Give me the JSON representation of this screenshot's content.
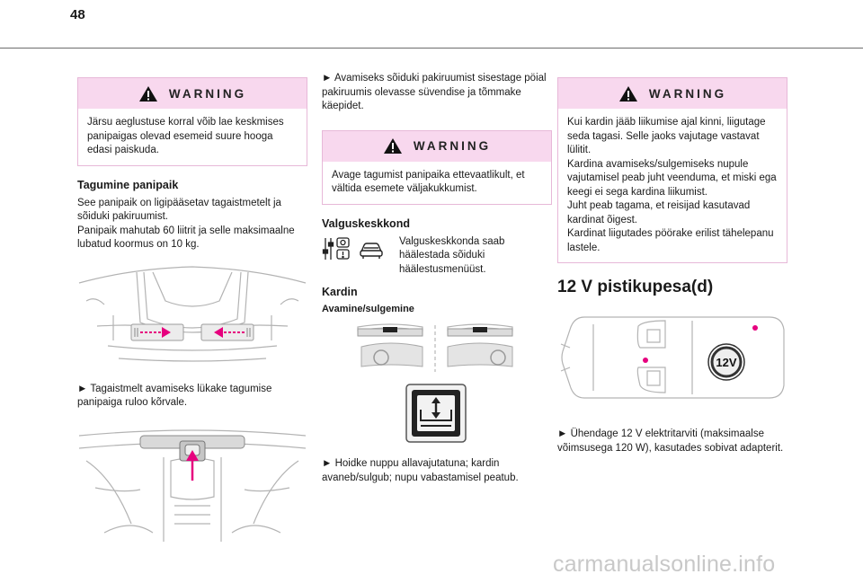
{
  "page": {
    "number": "48"
  },
  "col1": {
    "warning": {
      "title": "WARNING",
      "text": "Järsu aeglustuse korral võib lae keskmises panipaigas olevad esemeid suure hooga edasi paiskuda."
    },
    "heading": "Tagumine panipaik",
    "para": "See panipaik on ligipääsetav tagaistmetelt ja sõiduki pakiruumist.\nPanipaik mahutab 60 liitrit ja selle maksimaalne lubatud koormus on 10 kg.",
    "step": "► Tagaistmelt avamiseks lükake tagumise panipaiga ruloo kõrvale."
  },
  "col2": {
    "step1": "► Avamiseks sõiduki pakiruumist sisestage pöial pakiruumis olevasse süvendise ja tõmmake käepidet.",
    "warning": {
      "title": "WARNING",
      "text": "Avage tagumist panipaika ettevaatlikult, et vältida esemete väljakukkumist."
    },
    "heading": "Valguskeskkond",
    "icon_text": "Valguskeskkonda saab häälestada sõiduki häälestusmenüüst.",
    "heading2": "Kardin",
    "subheading": "Avamine/sulgemine",
    "step2": "► Hoidke nuppu allavajutatuna; kardin avaneb/sulgub; nupu vabastamisel peatub."
  },
  "col3": {
    "warning": {
      "title": "WARNING",
      "text": "Kui kardin jääb liikumise ajal kinni, liigutage seda tagasi. Selle jaoks vajutage vastavat lülitit.\nKardina avamiseks/sulgemiseks nupule vajutamisel peab juht veenduma, et miski ega keegi ei sega kardina liikumist.\nJuht peab tagama, et reisijad kasutavad kardinat õigest.\nKardinat liigutades pöörake erilist tähelepanu lastele."
    },
    "heading": "12 V pistikupesa(d)",
    "socket_label": "12V",
    "step": "► Ühendage 12 V elektritarviti (maksimaalse võimsusega 120 W), kasutades sobivat adapterit."
  },
  "watermark": "carmanualsonline.info",
  "colors": {
    "accent": "#e6007e",
    "warning_bg": "#f8d8ee"
  }
}
